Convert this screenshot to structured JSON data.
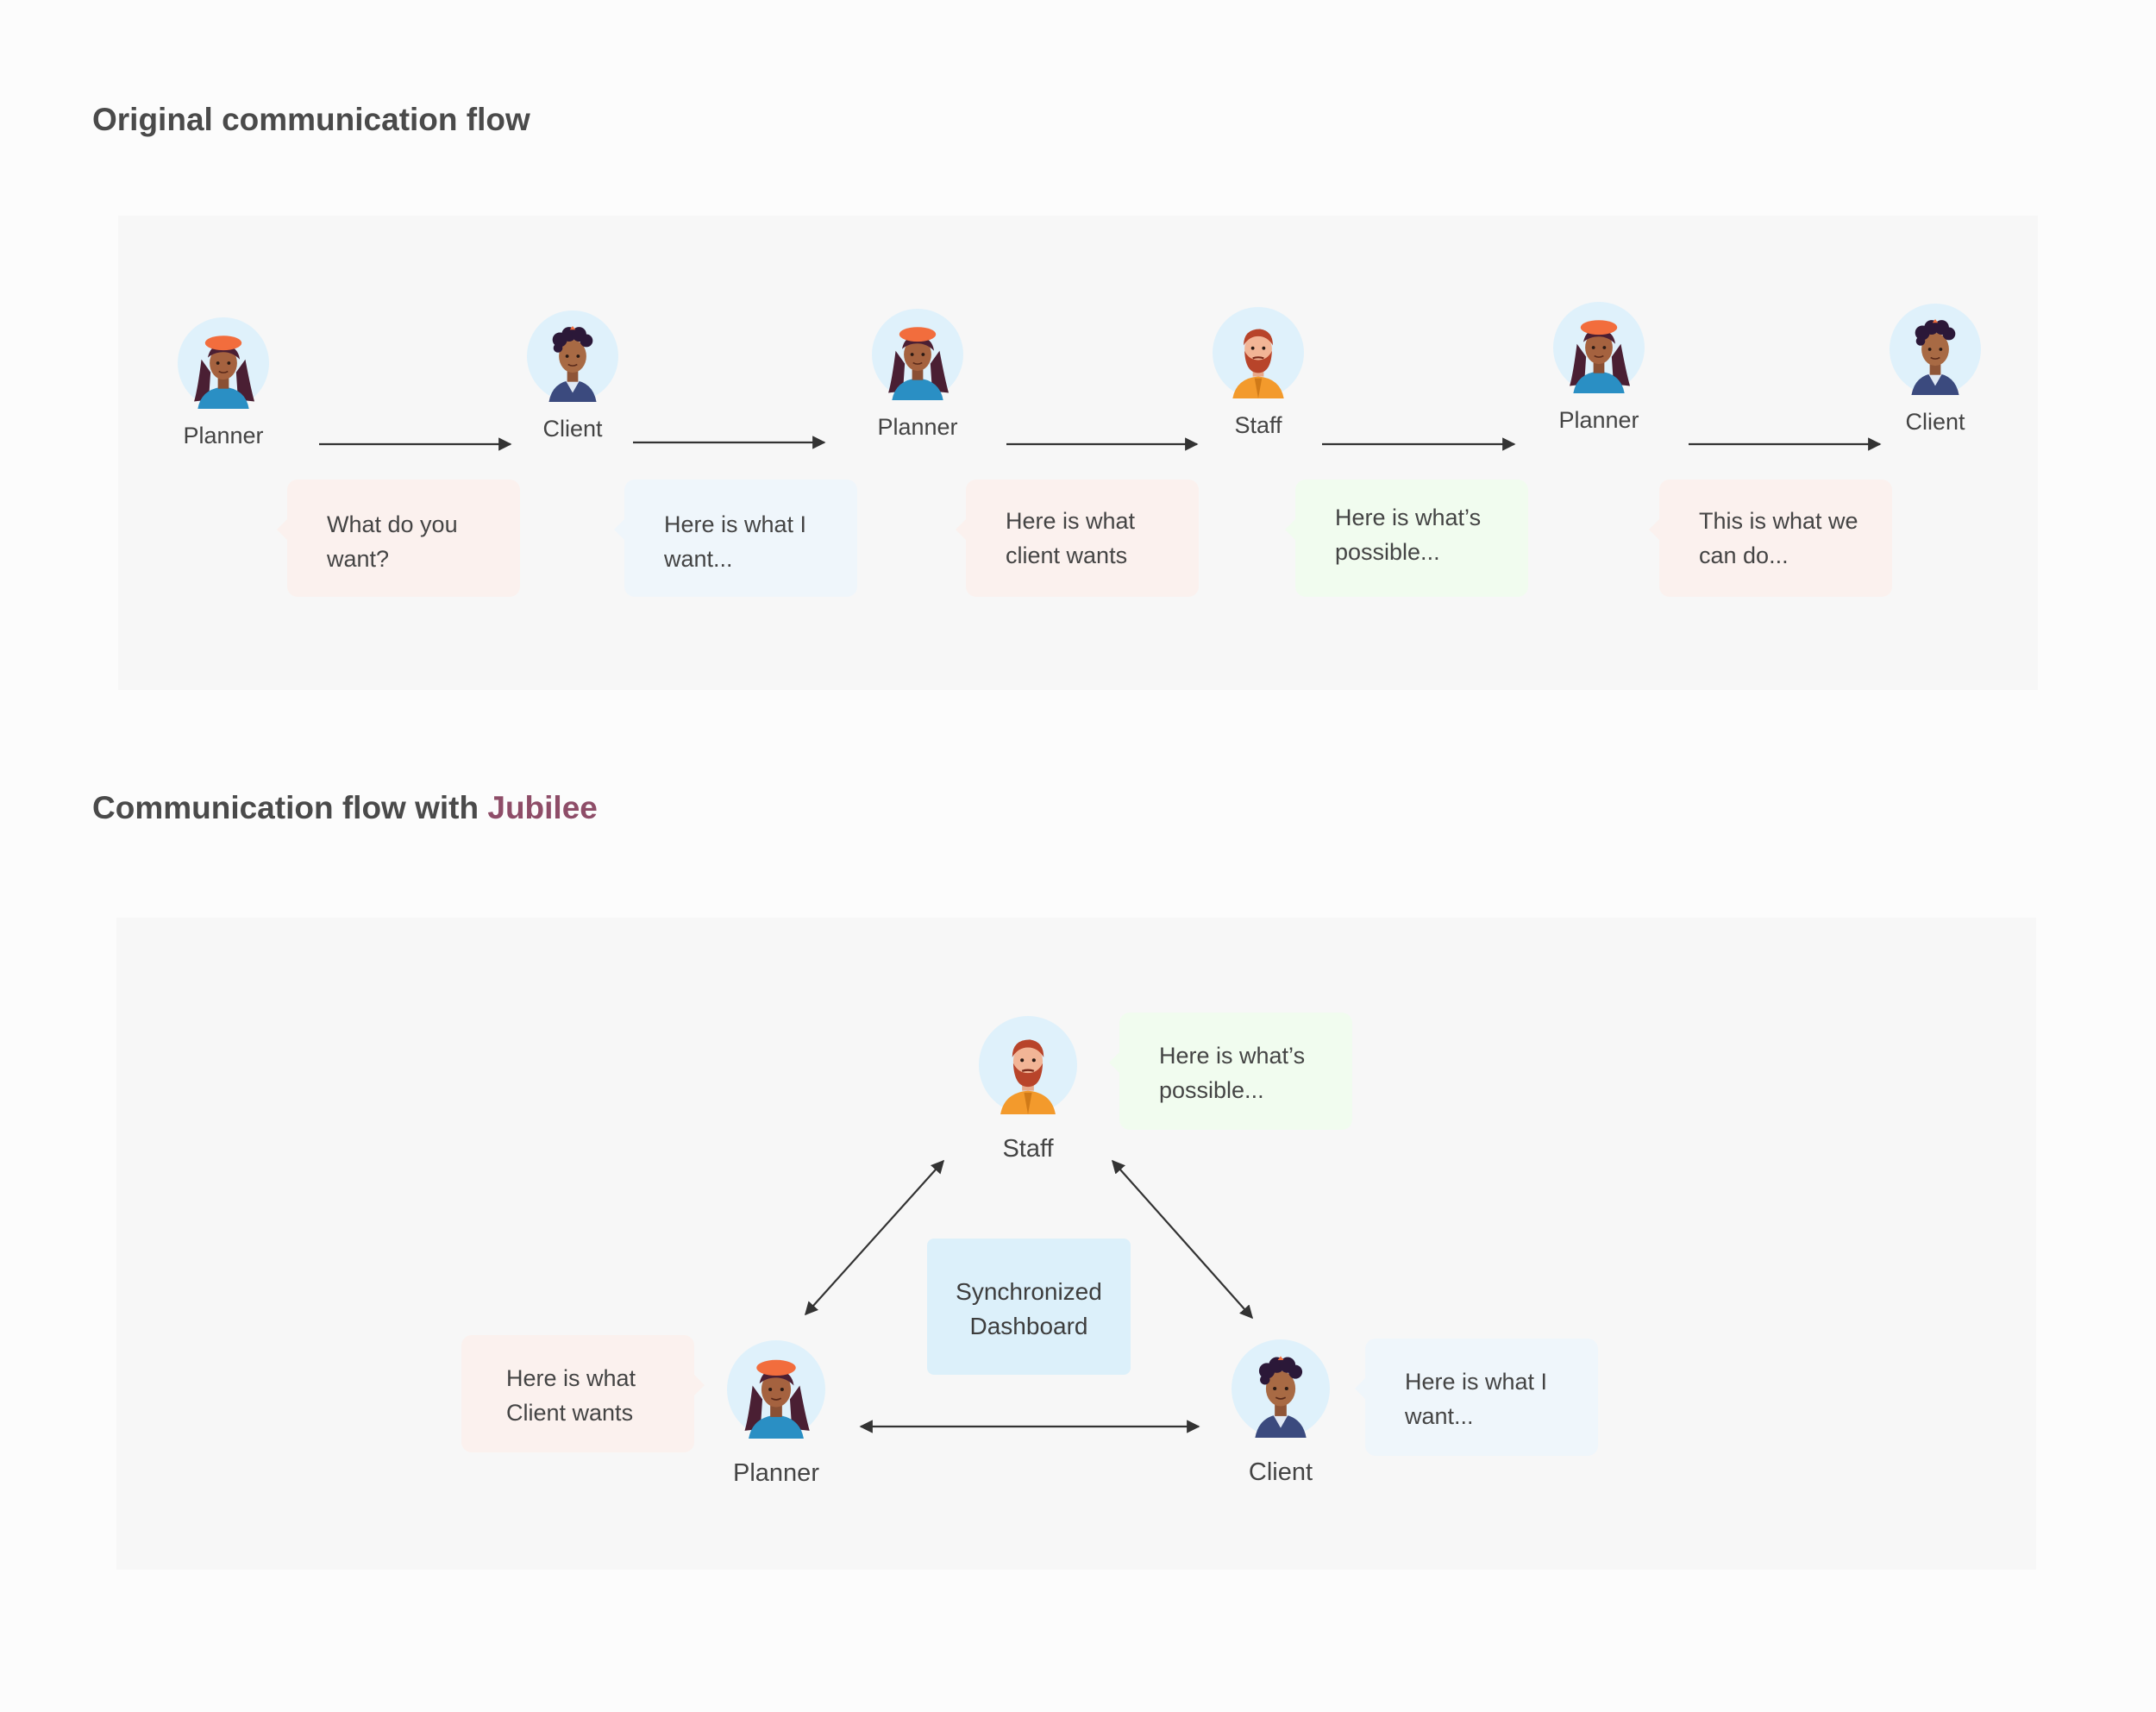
{
  "section1": {
    "title": "Original communication flow"
  },
  "section2": {
    "title_prefix": "Communication flow with ",
    "title_accent": "Jubilee"
  },
  "flow1": {
    "people": [
      "Planner",
      "Client",
      "Planner",
      "Staff",
      "Planner",
      "Client"
    ],
    "bubbles": [
      [
        "What do you",
        "want?"
      ],
      [
        "Here is what I",
        "want..."
      ],
      [
        "Here is what",
        "client wants"
      ],
      [
        "Here is what’s",
        "possible..."
      ],
      [
        "This is what we",
        "can do..."
      ]
    ]
  },
  "flow2": {
    "staff_label": "Staff",
    "planner_label": "Planner",
    "client_label": "Client",
    "dashboard": [
      "Synchronized",
      "Dashboard"
    ],
    "staff_bubble": [
      "Here is what’s",
      "possible..."
    ],
    "planner_bubble": [
      "Here is what",
      "Client wants"
    ],
    "client_bubble": [
      "Here is what I",
      "want..."
    ]
  },
  "colors": {
    "accent": "#8e4d68",
    "avatar_bg": "#dff1fb",
    "bubble_pink": "#fbf1ee",
    "bubble_blue": "#eff6fb",
    "bubble_green": "#f1fcef",
    "dashboard": "#dcf0fa"
  },
  "icons": {
    "planner": "woman-with-beret-avatar-icon",
    "client": "curly-hair-man-avatar-icon",
    "staff": "bearded-man-avatar-icon"
  }
}
